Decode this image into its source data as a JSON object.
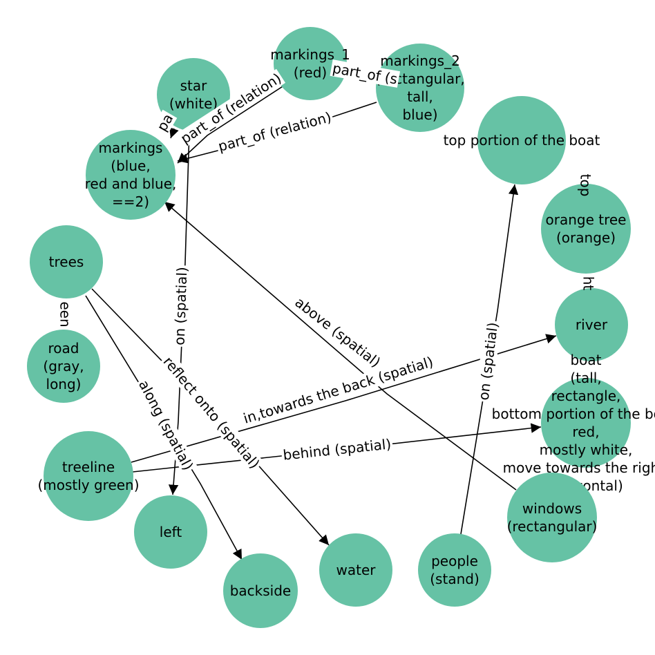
{
  "graph": {
    "node_color": "#66c2a5",
    "nodes": [
      {
        "id": "markings_1",
        "label": "markings_1\n(red)"
      },
      {
        "id": "markings_2",
        "label": "markings_2\n(rectangular,\ntall,\nblue)"
      },
      {
        "id": "star",
        "label": "star\n(white)"
      },
      {
        "id": "markings",
        "label": "markings\n(blue,\nred and blue,\n==2)"
      },
      {
        "id": "top_portion",
        "label": "top portion of the boat"
      },
      {
        "id": "orange_tree",
        "label": "orange tree\n(orange)"
      },
      {
        "id": "trees",
        "label": "trees"
      },
      {
        "id": "river",
        "label": "river"
      },
      {
        "id": "road",
        "label": "road\n(gray,\nlong)"
      },
      {
        "id": "boat",
        "label": "boat\n(tall,\nrectangle,\nbottom portion of the boat,\nred,\nmostly white,\nmove towards the right,\nhorizontal)"
      },
      {
        "id": "treeline",
        "label": "treeline\n(mostly green)"
      },
      {
        "id": "windows",
        "label": "windows\n(rectangular)"
      },
      {
        "id": "left",
        "label": "left"
      },
      {
        "id": "people",
        "label": "people\n(stand)"
      },
      {
        "id": "water",
        "label": "water"
      },
      {
        "id": "backside",
        "label": "backside"
      }
    ],
    "edges": [
      {
        "source": "markings_1",
        "target": "markings",
        "label": "part_of (relation)"
      },
      {
        "source": "markings_2",
        "target": "markings",
        "label": "part_of (relation)"
      },
      {
        "source": "markings_2",
        "target": "markings_1",
        "label": "part_of (s"
      },
      {
        "source": "star",
        "target": "markings",
        "label": "pa"
      },
      {
        "source": "star",
        "target": "left",
        "label": "on (spatial)"
      },
      {
        "source": "windows",
        "target": "markings",
        "label": "above (spatial)"
      },
      {
        "source": "people",
        "target": "top_portion",
        "label": "on (spatial)"
      },
      {
        "source": "trees",
        "target": "water",
        "label": "reflect onto (spatial)"
      },
      {
        "source": "trees",
        "target": "backside",
        "label": "along (spatial)"
      },
      {
        "source": "treeline",
        "target": "river",
        "label": "in,towards the back (spatial)"
      },
      {
        "source": "treeline",
        "target": "boat",
        "label": "behind (spatial)"
      },
      {
        "source": "top_portion",
        "target": "boat",
        "label": "top"
      },
      {
        "source": "orange_tree",
        "target": "boat",
        "label": "ht"
      },
      {
        "source": "trees",
        "target": "road",
        "label": "een"
      }
    ]
  }
}
